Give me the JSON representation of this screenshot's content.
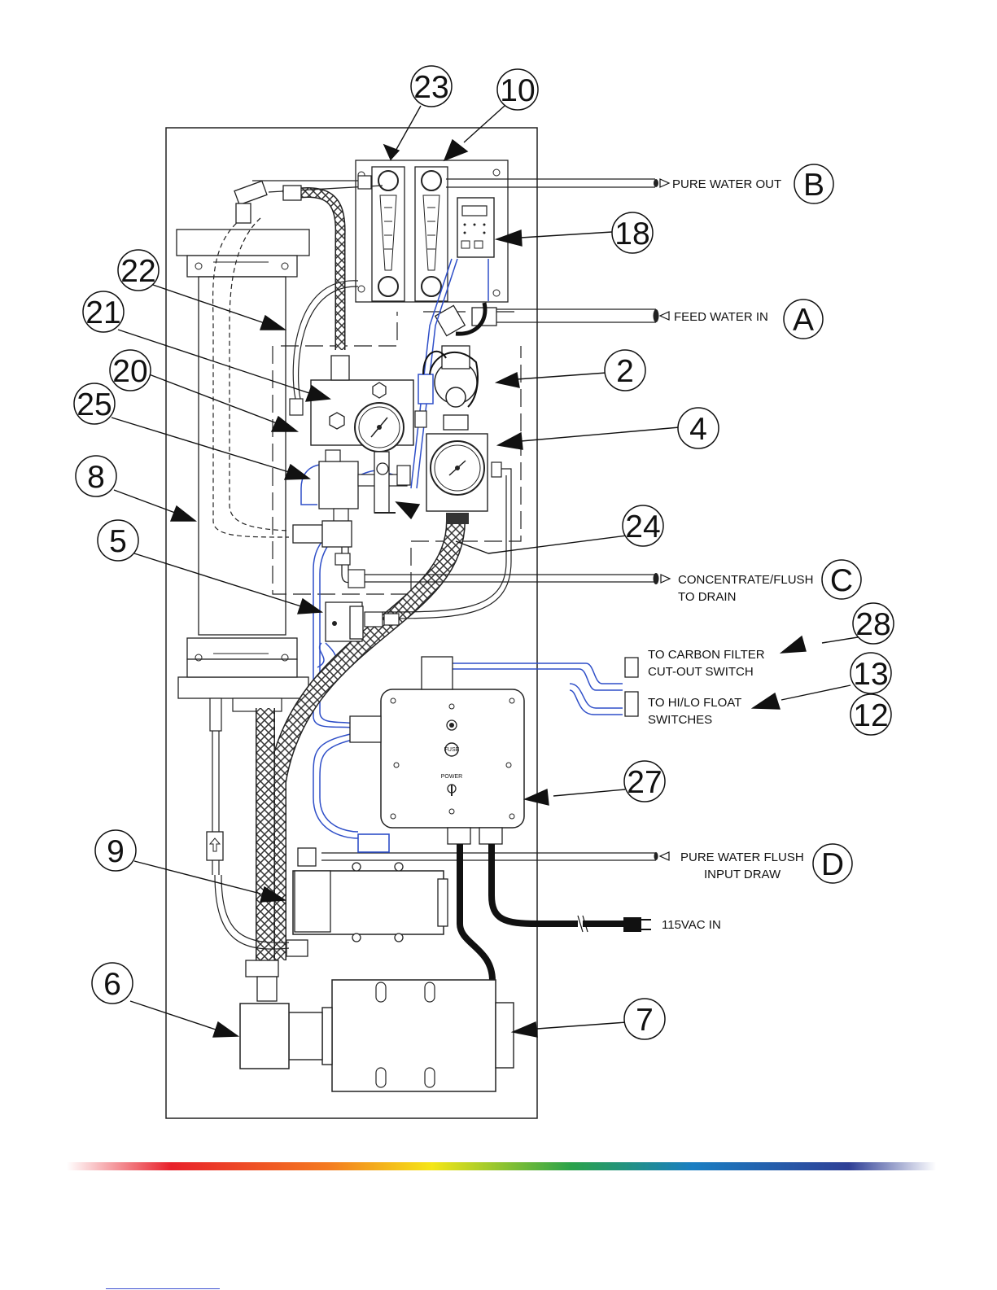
{
  "callouts": [
    {
      "id": "23",
      "text": "23"
    },
    {
      "id": "10",
      "text": "10"
    },
    {
      "id": "18",
      "text": "18"
    },
    {
      "id": "22",
      "text": "22"
    },
    {
      "id": "21",
      "text": "21"
    },
    {
      "id": "20",
      "text": "20"
    },
    {
      "id": "25",
      "text": "25"
    },
    {
      "id": "2",
      "text": "2"
    },
    {
      "id": "4",
      "text": "4"
    },
    {
      "id": "8",
      "text": "8"
    },
    {
      "id": "24",
      "text": "24"
    },
    {
      "id": "5",
      "text": "5"
    },
    {
      "id": "28",
      "text": "28"
    },
    {
      "id": "13",
      "text": "13"
    },
    {
      "id": "12",
      "text": "12"
    },
    {
      "id": "27",
      "text": "27"
    },
    {
      "id": "9",
      "text": "9"
    },
    {
      "id": "6",
      "text": "6"
    },
    {
      "id": "7",
      "text": "7"
    }
  ],
  "ports": {
    "b": {
      "letter": "B",
      "label": "PURE WATER OUT"
    },
    "a": {
      "letter": "A",
      "label": "FEED WATER IN"
    },
    "c": {
      "letter": "C",
      "label1": "CONCENTRATE/FLUSH",
      "label2": "TO DRAIN"
    },
    "d": {
      "letter": "D",
      "label1": "PURE WATER FLUSH",
      "label2": "INPUT DRAW"
    }
  },
  "wiring": {
    "carbon_label1": "TO CARBON FILTER",
    "carbon_label2": "CUT-OUT SWITCH",
    "float_label1": "TO HI/LO FLOAT",
    "float_label2": "SWITCHES",
    "power_label": "115VAC IN"
  },
  "control_box": {
    "fuse_label": "FUSE",
    "power_label": "POWER"
  },
  "colors": {
    "tubing_blue": "#2f4fc8",
    "line": "#222222",
    "rainbow": [
      "#ffffff",
      "#e8212b",
      "#f47a20",
      "#f5e617",
      "#2aa24a",
      "#1a7ec2",
      "#2f3f96",
      "#ffffff"
    ]
  }
}
